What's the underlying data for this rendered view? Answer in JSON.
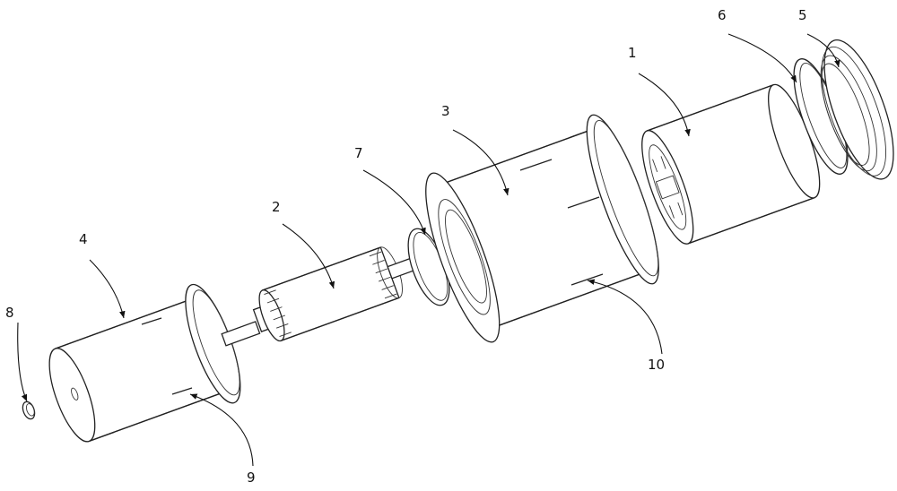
{
  "figure": {
    "labels": {
      "part1": "1",
      "part2": "2",
      "part3": "3",
      "part4": "4",
      "part5": "5",
      "part6": "6",
      "part7": "7",
      "part8": "8",
      "part9": "9",
      "part10": "10"
    }
  }
}
